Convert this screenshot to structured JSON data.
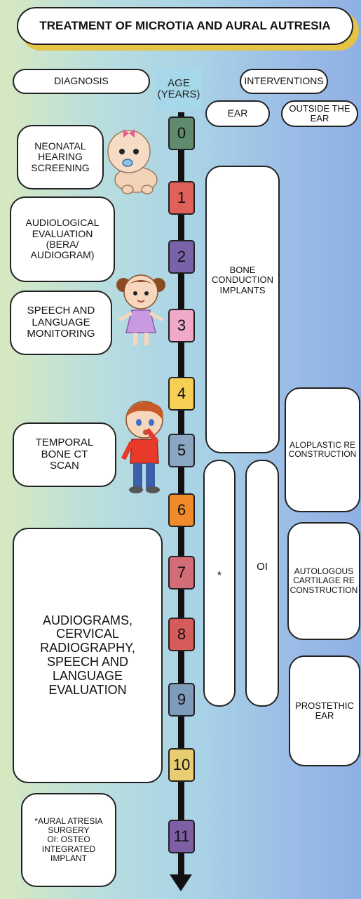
{
  "title": "TREATMENT OF MICROTIA AND AURAL AUTRESIA",
  "headers": {
    "diagnosis": "DIAGNOSIS",
    "age": "AGE\n(YEARS)",
    "interventions": "INTERVENTIONS",
    "ear": "EAR",
    "outside_ear": "OUTSIDE THE\nEAR"
  },
  "ages": [
    "0",
    "1",
    "2",
    "3",
    "4",
    "5",
    "6",
    "7",
    "8",
    "9",
    "10",
    "11"
  ],
  "age_colors": [
    "#5f8a6e",
    "#e0605a",
    "#7a62a8",
    "#f0a9c8",
    "#f6d055",
    "#8aa6c2",
    "#f08a2a",
    "#d46c78",
    "#d65b5b",
    "#7f9bbb",
    "#e9cd73",
    "#7e5fa6"
  ],
  "diagnosis": [
    "NEONATAL\nHEARING\nSCREENING",
    "AUDIOLOGICAL\nEVALUATION\n(BERA/\nAUDIOGRAM)",
    "SPEECH AND\nLANGUAGE\nMONITORING",
    "TEMPORAL\nBONE CT\nSCAN",
    "AUDIOGRAMS,\nCERVICAL\nRADIOGRAPHY,\nSPEECH AND\nLANGUAGE\nEVALUATION"
  ],
  "ear_interventions": {
    "bone_conduction": "BONE\nCONDUCTION\nIMPLANTS",
    "atresia_marker": "*",
    "oi": "OI"
  },
  "outside_interventions": {
    "aloplastic": "ALOPLASTIC RE\nCONSTRUCTION",
    "autologous": "AUTOLOGOUS\nCARTILAGE RE\nCONSTRUCTION",
    "prosthetic": "PROSTETHIC\nEAR"
  },
  "footnote": "*AURAL ATRESIA\nSURGERY\nOI: OSTEO\nINTEGRATED\nIMPLANT"
}
